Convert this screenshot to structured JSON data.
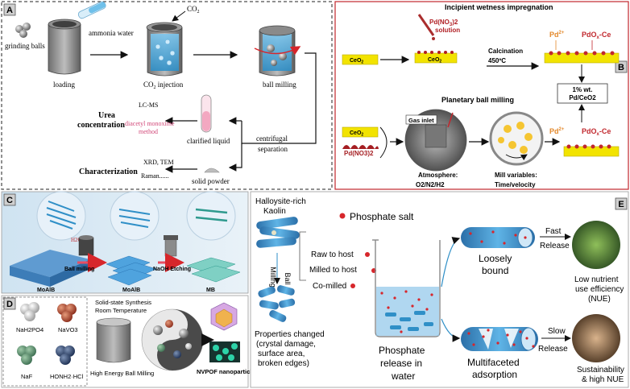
{
  "panelA": {
    "letter": "A",
    "grinding_balls": "grinding balls",
    "ammonia_water": "ammonia water",
    "co2_top": "CO",
    "co2_top_sub": "2",
    "loading": "loading",
    "co2_injection": "CO",
    "co2_injection_sub": "2",
    "co2_injection_rest": " injection",
    "ball_milling": "ball milling",
    "lcms": "LC-MS",
    "diacetyl": "diacetyl monoxime",
    "method": "method",
    "urea": "Urea",
    "concentration": "concentration",
    "clarified": "clarified liquid",
    "centrifugal": "centrifugal",
    "separation": "separation",
    "xrd": "XRD, TEM",
    "raman": "Raman......",
    "characterization": "Characterization",
    "solid_powder": "solid powder"
  },
  "panelB": {
    "letter": "B",
    "title_top": "Incipient wetness impregnation",
    "pdno3_solution_1": "Pd(NO",
    "pdno3_solution_sub": "3",
    "pdno3_solution_2": ")2",
    "solution": "solution",
    "ceo2": "CeO",
    "ceo2_sub": "2",
    "calcination": "Calcination",
    "temp": "450ºC",
    "pd2": "Pd",
    "pd2_sup": "2+",
    "pdox": "PdO",
    "pdox_sub": "x",
    "pdox_rest": "-Ce",
    "result1": "1% wt.",
    "result2": "Pd/CeO2",
    "title_bottom": "Planetary ball milling",
    "gas_inlet": "Gas inlet",
    "pdno3": "Pd(NO3)2",
    "atmosphere": "Atmosphere:",
    "atmosphere_val": "O2/N2/H2",
    "mill_variables": "Mill variables:",
    "mill_variables_val": "Time/velocity"
  },
  "panelC": {
    "letter": "C",
    "h2o": "H2O",
    "moalb_left": "MoAlB",
    "ball_milling": "Ball  milling",
    "moalb_mid": "MoAlB",
    "naoh": "NaOH  Etching",
    "mb": "MB"
  },
  "panelD": {
    "letter": "D",
    "nah2po4": "NaH2PO4",
    "navo3": "NaVO3",
    "naf": "NaF",
    "honh2hcl": "HONH2·HCl",
    "synth1": "Solid-state Synthesis",
    "synth2": "Room Temperature",
    "hebm": "High Energy Ball Milling",
    "nvpof": "NVPOF nanoparticles"
  },
  "panelE": {
    "letter": "E",
    "halloysite1": "Halloysite-rich",
    "halloysite2": "Kaolin",
    "phosphate_salt": "Phosphate salt",
    "milling": "Milling",
    "ball": "Ball",
    "raw": "Raw to host",
    "milled": "Milled to host",
    "comilled": "Co-milled",
    "props1": "Properties changed",
    "props2": "(crystal damage,",
    "props3": "surface area,",
    "props4": "broken edges)",
    "release1": "Phosphate",
    "release2": "release in",
    "release3": "water",
    "loosely1": "Loosely",
    "loosely2": "bound",
    "multi1": "Multifaceted",
    "multi2": "adsorption",
    "fast": "Fast",
    "release_fast": "Release",
    "slow": "Slow",
    "release_slow": "Release",
    "low1": "Low nutrient",
    "low2": "use efficiency",
    "low3": "(NUE)",
    "sus1": "Sustainability",
    "sus2": "& high NUE"
  },
  "colors": {
    "red": "#d7262b",
    "blue": "#2f8fc7",
    "yellow": "#f2e300",
    "grey": "#8a8a8a",
    "pink": "#e55b8f",
    "bPanel": "#c1272d"
  }
}
